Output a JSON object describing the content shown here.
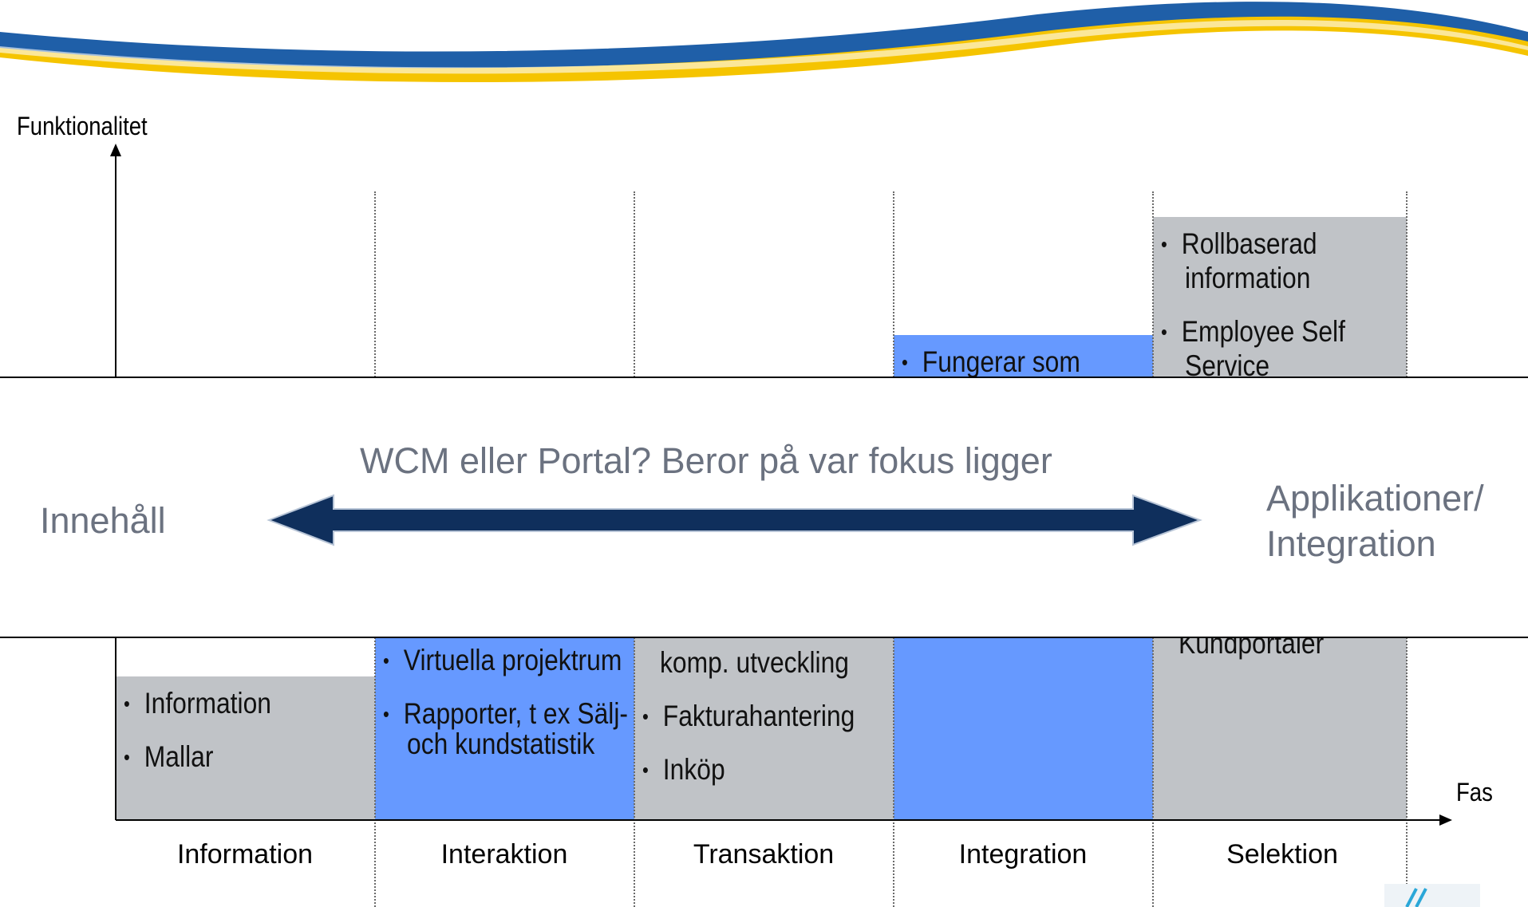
{
  "axes": {
    "y_label": "Funktionalitet",
    "x_label": "Fas"
  },
  "phases": [
    "Information",
    "Interaktion",
    "Transaktion",
    "Integration",
    "Selektion"
  ],
  "blocks": {
    "information": {
      "items": [
        "Information",
        "Mallar"
      ],
      "color": "#c0c3c7"
    },
    "interaktion": {
      "items": [
        "Virtuella projektrum",
        "Rapporter, t ex Sälj-",
        "och kundstatistik"
      ],
      "color": "#6699ff"
    },
    "transaktion": {
      "items": [
        "komp. utveckling",
        "Fakturahantering",
        "Inköp"
      ],
      "color": "#c0c3c7"
    },
    "integration": {
      "items": [
        "Fungerar som"
      ],
      "color": "#6699ff"
    },
    "selektion": {
      "items": [
        "Rollbaserad",
        "information",
        "Employee Self",
        "Service",
        "Kundportaler"
      ],
      "color": "#c0c3c7"
    }
  },
  "overlay": {
    "question": "WCM eller Portal? Beror på var fokus ligger",
    "left_label": "Innehåll",
    "right_label_line1": "Applikationer/",
    "right_label_line2": "Integration",
    "arrow_color": "#0f2f5c"
  },
  "theme": {
    "swoosh_blue": "#1f5fa8",
    "swoosh_yellow": "#f5c400"
  }
}
